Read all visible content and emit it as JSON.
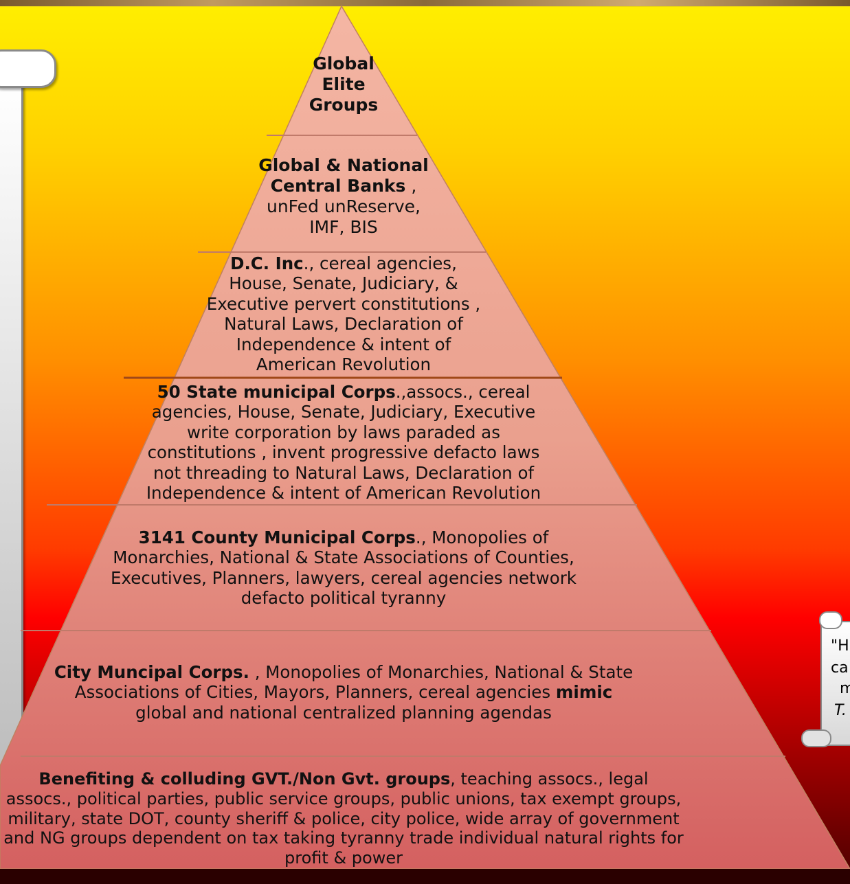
{
  "tiers": [
    {
      "bold": "Global\nElite\nGroups",
      "rest": ""
    },
    {
      "bold": "Global & National\nCentral Banks",
      "rest": " ,\nunFed unReserve,\nIMF, BIS"
    },
    {
      "bold": "D.C. Inc",
      "rest": "., cereal agencies,\nHouse, Senate, Judiciary, &\nExecutive pervert constitutions ,\nNatural Laws, Declaration of\nIndependence & intent of\nAmerican Revolution"
    },
    {
      "bold": "50 State municipal Corps",
      "rest": ".,assocs., cereal\nagencies, House, Senate, Judiciary, Executive\nwrite corporation by laws paraded as\nconstitutions , invent progressive defacto laws\nnot threading to Natural Laws, Declaration of\nIndependence & intent of American Revolution"
    },
    {
      "bold": "3141  County Municipal  Corps",
      "rest": "., Monopolies of\nMonarchies, National & State Associations of Counties,\nExecutives, Planners, lawyers, cereal agencies network\ndefacto political  tyranny"
    },
    {
      "bold": "City Muncipal Corps.",
      "rest": " , Monopolies of Monarchies, National & State\nAssociations of Cities, Mayors, Planners, cereal agencies  ",
      "bold2": "mimic",
      "rest2": "\nglobal and national centralized  planning  agendas"
    },
    {
      "bold": "Benefiting & colluding GVT./Non Gvt. groups",
      "rest": ",  teaching assocs., legal\nassocs., political parties,  public service groups, public unions, tax exempt groups,\nmilitary, state DOT, county sheriff & police, city police, wide array of government\nand NG groups dependent on tax taking tyranny trade individual  natural rights for\nprofit & power"
    }
  ],
  "right_scroll_text": [
    "\"H",
    "ca",
    "m",
    "T."
  ],
  "colors": {
    "tier_fill": "#e8a090",
    "tier_border": "#a05030",
    "divider": "#b04a20"
  }
}
